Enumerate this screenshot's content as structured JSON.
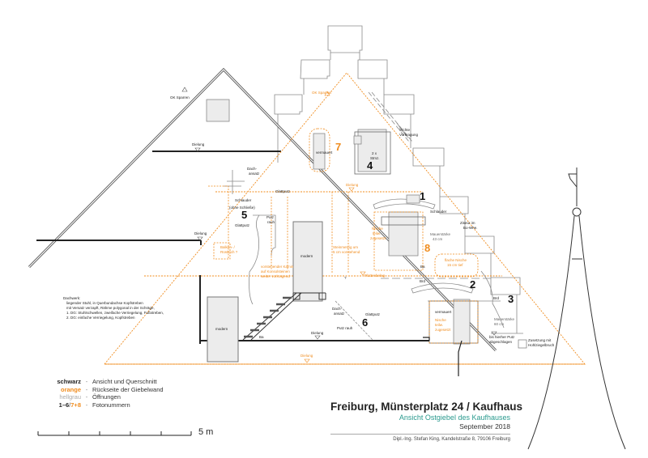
{
  "title_block": {
    "title": "Freiburg, Münsterplatz 24 / Kaufhaus",
    "subtitle": "Ansicht Ostgiebel des Kaufhauses",
    "date": "September 2018",
    "author": "Dipl.-Ing. Stefan King, Kandelstraße 8, 79106 Freiburg"
  },
  "legend": [
    {
      "key": "schwarz",
      "key_color": "#222222",
      "sep": "-",
      "text": "Ansicht und Querschnitt"
    },
    {
      "key": "orange",
      "key_color": "#f08c1e",
      "sep": "-",
      "text": "Rückseite der Giebelwand"
    },
    {
      "key": "hellgrau",
      "key_color": "#aaaaaa",
      "sep": "-",
      "text": "Öffnungen"
    },
    {
      "key_a": "1–6",
      "key_slash": "/",
      "key_b": "7+8",
      "sep": "-",
      "text": "Fotonummern"
    }
  ],
  "scale_bar": {
    "label": "5 m",
    "ticks": 6
  },
  "colors": {
    "black": "#222222",
    "orange": "#f08c1e",
    "grey": "#9a9a9a",
    "fill_light": "#eeeeee",
    "teal": "#2a9a8e"
  },
  "notes": {
    "dachwerk_title": "Dachwerk:",
    "dachwerk_lines": [
      "liegender Stuhl, in Querbundachse Kopfstreben",
      "mit Versatz verzapft, Rähme polygonal in der Schräge,",
      "1. DG: Stuhlschwellen, zweifache Verriegelung, Fußstreben,",
      "2. DG: einfache Verriegelung, Kopfstreben"
    ]
  },
  "photo_numbers": {
    "n1": "1",
    "n2": "2",
    "n3": "3",
    "n4": "4",
    "n5": "5",
    "n6": "6",
    "n7": "7",
    "n8": "8"
  },
  "labels": {
    "ok_sparren_left": "OK Sparren",
    "ok_sparren_orange": "OK Sparren",
    "dielung_upper": "Dielung",
    "dielung_lower": "Dielung",
    "dielung_orange_mid": "Dielung",
    "dielung_bottom": "Dielung",
    "dielung_orange_bottom": "Dielung",
    "dachansatz_upper": "Dach-\nansatz",
    "schlauder_ohne": "Schlauder",
    "schlauder_ohne2": "(ohne Schließe)",
    "glattputz_left": "Glattputz",
    "glattputz_mid": "Glattputz",
    "glattputz_lower": "Glattputz",
    "putz_rauh": "Putz\nrauh",
    "putz_rauh_lower": "Putz rauh",
    "balken_1": "Balken- /",
    "balken_2": "Rüstloch ?",
    "kamin_1": "vorstehender Kamin",
    "kamin_2": "auf Konsolsteinen",
    "kamin_3": "weiter vorkragend",
    "modern_upper": "modern",
    "modern_lower": "modern",
    "vermauert_7": "vermauert",
    "vermauert_lower": "vermauert",
    "zwei_stmz_1": "2 x",
    "zwei_stmz_2": "Stmz.",
    "leichte_1": "leichte",
    "leichte_2": "Vorkragung",
    "schlauder_right": "Schlauder",
    "ziseur_1": "Ziseur im",
    "ziseur_2": "Bo-Whe.",
    "nische_1": "Nische",
    "nische_2": "teilw.",
    "nische_3": "zugesetzt",
    "mauerstaerke_1": "Mauerstärke",
    "mauerstaerke_2": "43 cm",
    "steinmetz_1": "Steinmetzig um",
    "steinmetz_2": "5 cm vorstehend",
    "flache_1": "flache Nische",
    "flache_2": "15 cm tief",
    "ba_upper": "Ba",
    "ba_lower": "Ba",
    "brd_upper": "Brd",
    "brd_right": "Brd",
    "plattenbelag": "Plattenbelag",
    "question": "?",
    "dachansatz_lower": "Dach-\nansatz",
    "nische_lower_1": "Nische",
    "nische_lower_2": "teilw.",
    "nische_lower_3": "zugesetzt",
    "mauerstaerke_3": "Mauerstärke",
    "mauerstaerke_4": "60 cm",
    "bis_1": "bis hierher Putz",
    "bis_2": "abgeschlagen",
    "zusetzung_1": "Zusetzung mit",
    "zusetzung_2": "Hohlziegelbruch"
  }
}
